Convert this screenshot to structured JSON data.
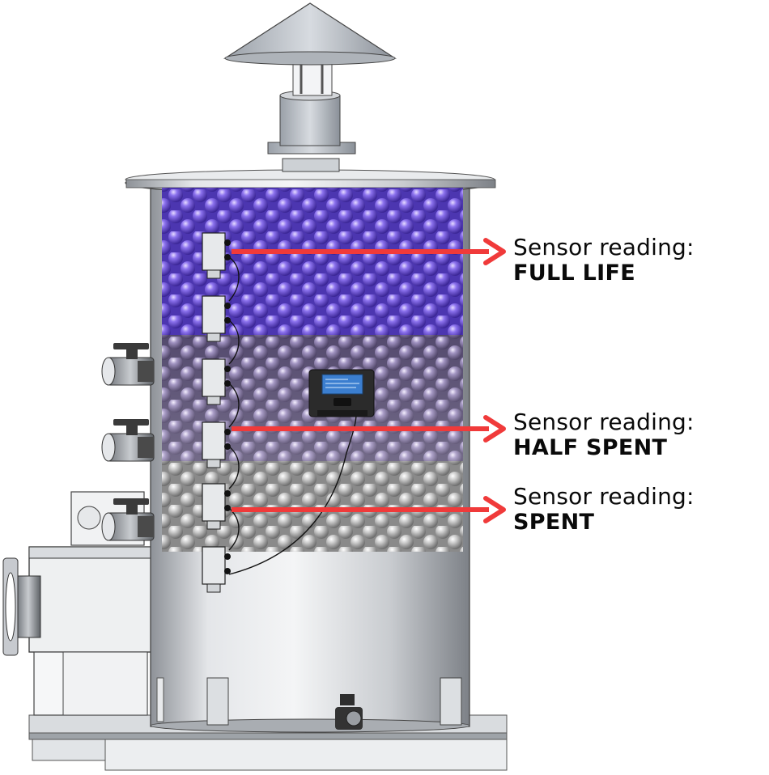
{
  "colors": {
    "arrow": "#f03a3a",
    "full_media": "#7a62dc",
    "half_media": "#8e7fab",
    "spent_media": "#bdbdbd",
    "steel": "#b8bcc2"
  },
  "labels": [
    {
      "line1": "Sensor reading:",
      "line2": "FULL LIFE",
      "state": "full"
    },
    {
      "line1": "Sensor reading:",
      "line2": "HALF SPENT",
      "state": "half"
    },
    {
      "line1": "Sensor reading:",
      "line2": "SPENT",
      "state": "spent"
    }
  ]
}
